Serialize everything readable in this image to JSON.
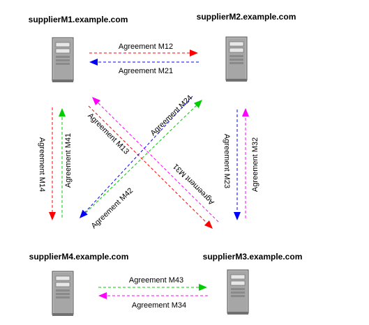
{
  "hosts": {
    "m1": {
      "label": "supplierM1.example.com",
      "icon": "server-tower-icon"
    },
    "m2": {
      "label": "supplierM2.example.com",
      "icon": "server-tower-icon"
    },
    "m3": {
      "label": "supplierM3.example.com",
      "icon": "server-tower-icon"
    },
    "m4": {
      "label": "supplierM4.example.com",
      "icon": "server-tower-icon"
    }
  },
  "agreements": {
    "m12": {
      "label": "Agreement M12",
      "color": "#ff0000"
    },
    "m21": {
      "label": "Agreement M21",
      "color": "#0000ff"
    },
    "m23": {
      "label": "Agreement M23",
      "color": "#0000ff"
    },
    "m32": {
      "label": "Agreement M32",
      "color": "#ff00ff"
    },
    "m34": {
      "label": "Agreement M34",
      "color": "#ff00ff"
    },
    "m43": {
      "label": "Agreement M43",
      "color": "#00cc00"
    },
    "m14": {
      "label": "Agreement M14",
      "color": "#ff0000"
    },
    "m41": {
      "label": "Agreement M41",
      "color": "#00cc00"
    },
    "m13": {
      "label": "Agreement M13",
      "color": "#ff0000"
    },
    "m31": {
      "label": "Agreement M31",
      "color": "#ff00ff"
    },
    "m24": {
      "label": "Agreement M24",
      "color": "#00cc00"
    },
    "m42": {
      "label": "Agreement M42",
      "color": "#0000ff"
    }
  }
}
